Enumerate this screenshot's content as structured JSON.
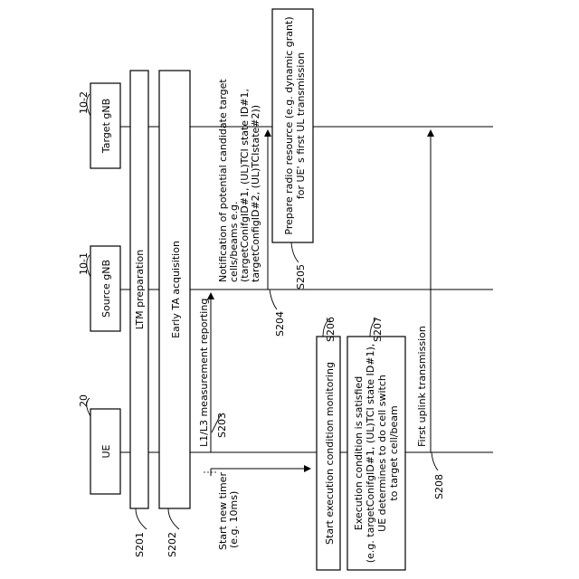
{
  "entities": {
    "target_gnb": {
      "label": "Target gNB",
      "ref": "10-2"
    },
    "source_gnb": {
      "label": "Source gNB",
      "ref": "10-1"
    },
    "ue": {
      "label": "UE",
      "ref": "20"
    }
  },
  "phases": {
    "ltm_preparation": "LTM preparation",
    "early_ta": "Early TA acquisition"
  },
  "steps": {
    "s201": "S201",
    "s202": "S202",
    "s203": "S203",
    "s204": "S204",
    "s205": "S205",
    "s206": "S206",
    "s207": "S207",
    "s208": "S208"
  },
  "messages": {
    "measurement": "L1/L3 measurement reporting",
    "notification": [
      "Notification of potential candidate target",
      "cells/beams e.g.",
      "(targetConifgID#1, (UL)TCI state ID#1,",
      "targetConfigID#2, (UL)TCIstate#2))"
    ],
    "prepare": [
      "Prepare radio resource (e.g. dynamic grant)",
      "for UE' s first UL transmission"
    ],
    "timer": [
      "Start new timer",
      "(e.g. 10ms)"
    ],
    "monitoring": "Start execution condition monitoring",
    "execution": [
      "Execution condition is satisfied",
      "(e.g. targetConifgID#1, (UL)TCI state ID#1),",
      "UE determines to do cell switch",
      "to target cell/beam"
    ],
    "first_uplink": "First uplink transmission"
  }
}
